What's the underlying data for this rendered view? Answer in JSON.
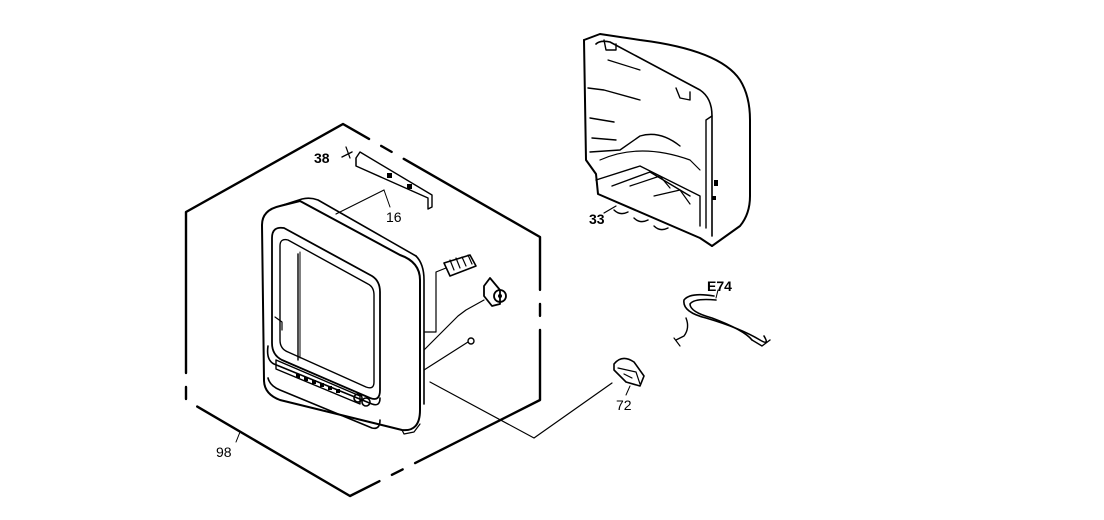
{
  "diagram": {
    "labels": {
      "part_38": "38",
      "part_16": "16",
      "part_33": "33",
      "part_e74": "E74",
      "part_72": "72",
      "part_98": "98"
    },
    "colors": {
      "ink": "#000000",
      "background": "#ffffff"
    }
  }
}
